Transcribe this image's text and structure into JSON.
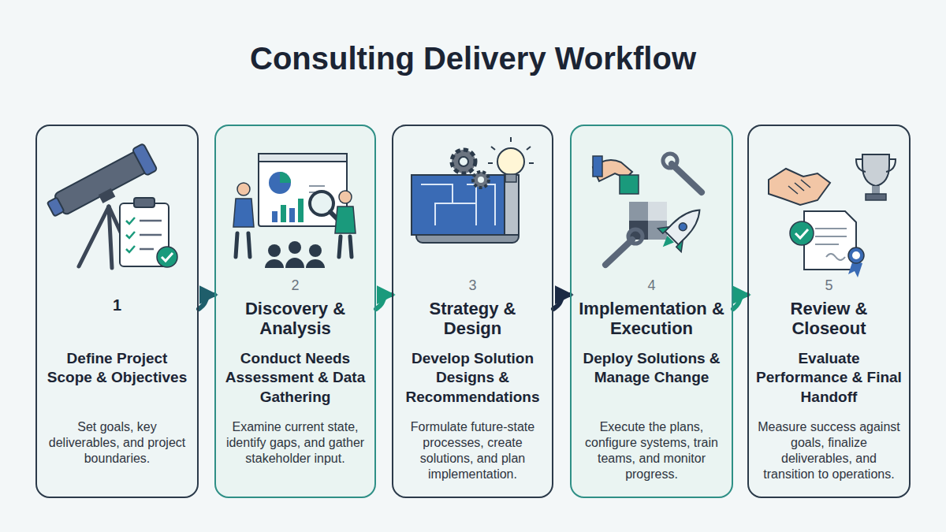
{
  "diagram": {
    "title": "Consulting Delivery Workflow",
    "nodes": [
      {
        "text": [
          "1",
          "Define Project Scope & Objectives",
          "Set goals, key deliverables, and project boundaries."
        ]
      },
      {
        "text": [
          "2",
          "Discovery & Analysis",
          "Conduct Needs Assessment & Data Gathering",
          "Examine current state, identify gaps, and gather stakeholder input."
        ]
      },
      {
        "text": [
          "3",
          "Strategy & Design",
          "Develop Solution Designs & Recommendations",
          "Formulate future-state processes, create solutions, and plan implementation."
        ]
      },
      {
        "text": [
          "4",
          "Implementation & Execution",
          "Deploy Solutions & Manage Change",
          "Execute the plans, configure systems, train teams, and monitor progress."
        ]
      },
      {
        "text": [
          "5",
          "Review & Closeout",
          "Evaluate Performance & Final Handoff",
          "Measure success against goals, finalize deliverables, and transition to operations."
        ]
      }
    ],
    "edges": [
      {
        "from": 0,
        "to": 1,
        "arrow": "to"
      },
      {
        "from": 1,
        "to": 2,
        "arrow": "to"
      },
      {
        "from": 2,
        "to": 3,
        "arrow": "to"
      },
      {
        "from": 3,
        "to": 4,
        "arrow": "to"
      }
    ]
  }
}
